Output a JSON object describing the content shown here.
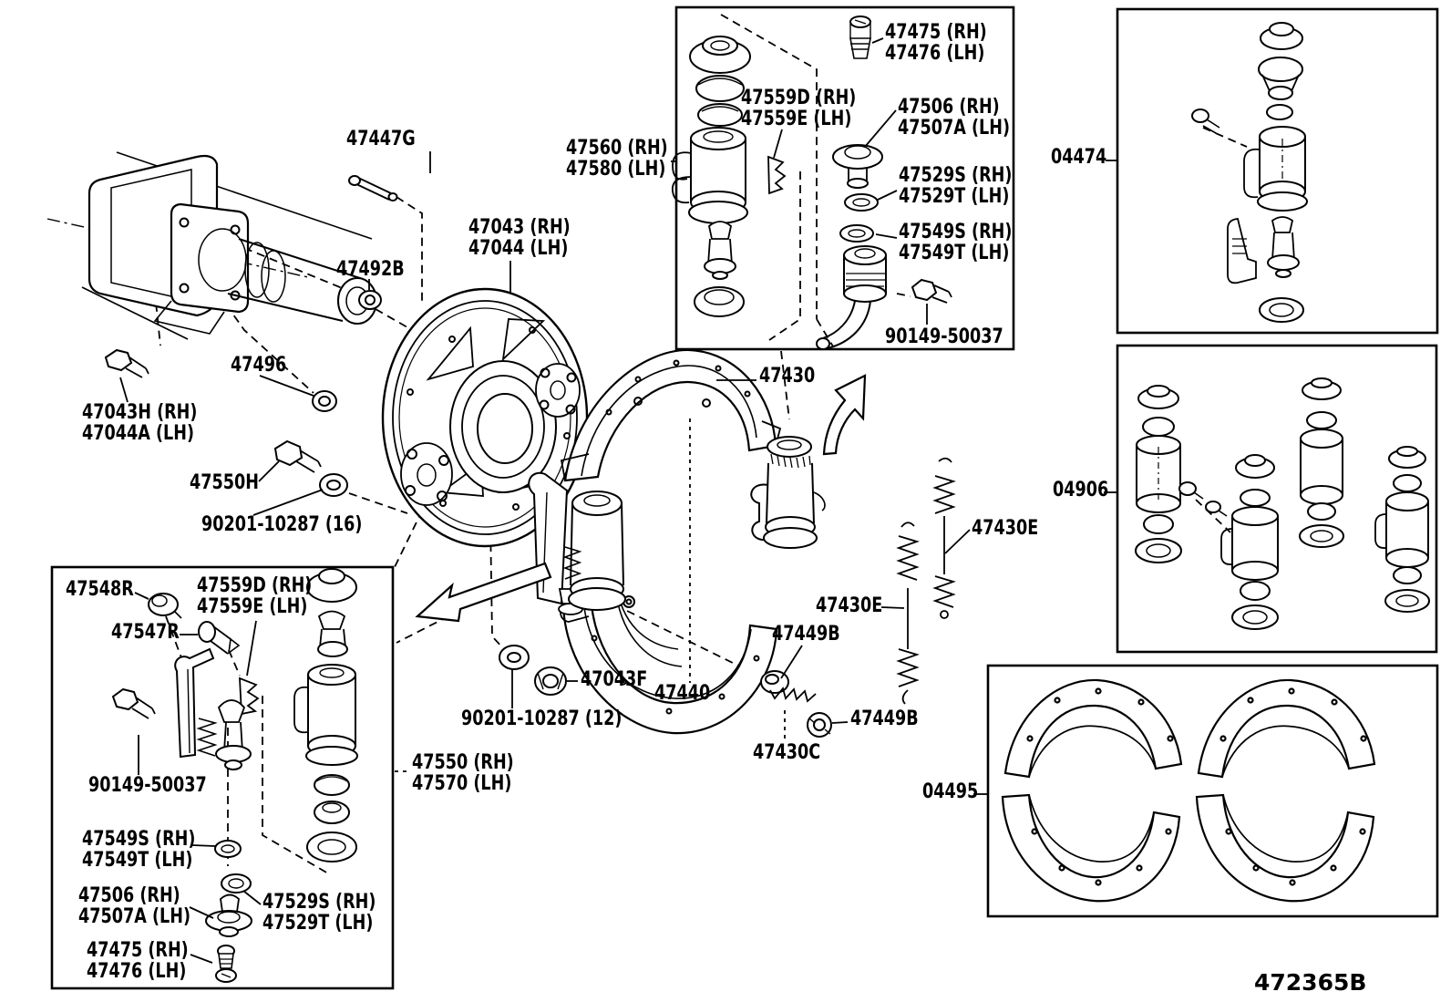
{
  "diagram": {
    "title_code": "472365B",
    "ink_color": "#000000",
    "background_color": "#ffffff"
  },
  "labels": {
    "k47447g": {
      "l1": "47447G"
    },
    "k47492b": {
      "l1": "47492B"
    },
    "k47043": {
      "l1": "47043 (RH)",
      "l2": "47044 (LH)"
    },
    "k47043h": {
      "l1": "47043H (RH)",
      "l2": "47044A (LH)"
    },
    "k47496": {
      "l1": "47496"
    },
    "k47550h": {
      "l1": "47550H"
    },
    "k90201_16": {
      "l1": "90201-10287 (16)"
    },
    "k47560": {
      "l1": "47560 (RH)",
      "l2": "47580 (LH)"
    },
    "k47559_top": {
      "l1": "47559D (RH)",
      "l2": "47559E (LH)"
    },
    "k47475_top": {
      "l1": "47475 (RH)",
      "l2": "47476 (LH)"
    },
    "k47506_top": {
      "l1": "47506  (RH)",
      "l2": "47507A (LH)"
    },
    "k47529_top": {
      "l1": "47529S (RH)",
      "l2": "47529T (LH)"
    },
    "k47549_top": {
      "l1": "47549S (RH)",
      "l2": "47549T (LH)"
    },
    "k90149_top": {
      "l1": "90149-50037"
    },
    "k47430": {
      "l1": "47430"
    },
    "k04474": {
      "l1": "04474"
    },
    "k04906": {
      "l1": "04906"
    },
    "k47430e_right": {
      "l1": "47430E"
    },
    "k47430e_left": {
      "l1": "47430E"
    },
    "k47449b_upper": {
      "l1": "47449B"
    },
    "k47449b_lower": {
      "l1": "47449B"
    },
    "k47430c": {
      "l1": "47430C"
    },
    "k47043f": {
      "l1": "47043F"
    },
    "k90201_12": {
      "l1": "90201-10287 (12)"
    },
    "k47440": {
      "l1": "47440"
    },
    "k47550": {
      "l1": "47550 (RH)",
      "l2": "47570 (LH)"
    },
    "k04495": {
      "l1": "04495"
    },
    "k47548r": {
      "l1": "47548R"
    },
    "k47547r": {
      "l1": "47547R"
    },
    "k47559_bottom": {
      "l1": "47559D (RH)",
      "l2": "47559E (LH)"
    },
    "k90149_bottom": {
      "l1": "90149-50037"
    },
    "k47549_bottom": {
      "l1": "47549S (RH)",
      "l2": "47549T (LH)"
    },
    "k47506_bottom": {
      "l1": "47506  (RH)",
      "l2": "47507A (LH)"
    },
    "k47529_bottom": {
      "l1": "47529S (RH)",
      "l2": "47529T (LH)"
    },
    "k47475_bottom": {
      "l1": "47475 (RH)",
      "l2": "47476 (LH)"
    }
  }
}
